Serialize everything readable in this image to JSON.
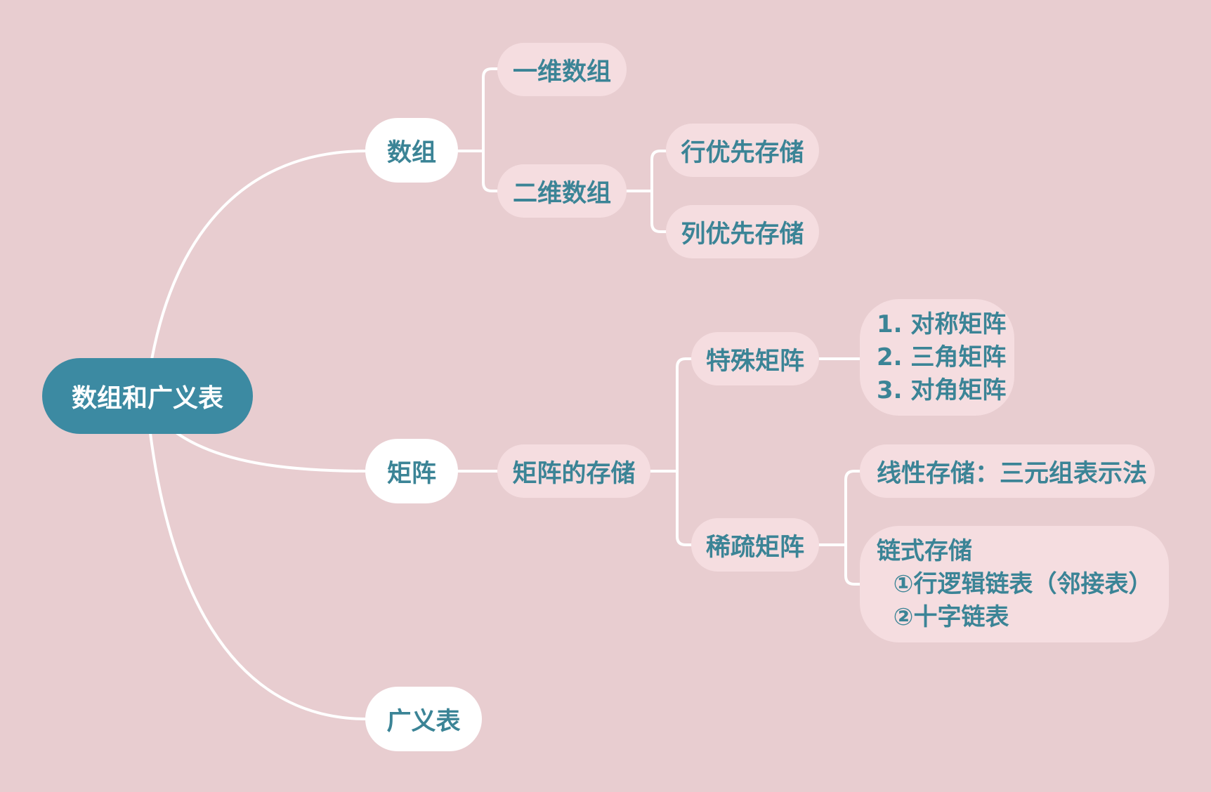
{
  "colors": {
    "background": "#e8cdd0",
    "root_fill": "#3c8aa2",
    "root_text": "#ffffff",
    "primary_fill": "#ffffff",
    "node_fill": "#f5dde0",
    "node_text": "#3b8496",
    "connector": "#ffffff"
  },
  "root": {
    "label": "数组和广义表"
  },
  "branches": {
    "array": {
      "label": "数组",
      "one_dim": {
        "label": "一维数组"
      },
      "two_dim": {
        "label": "二维数组",
        "row_major": {
          "label": "行优先存储"
        },
        "col_major": {
          "label": "列优先存储"
        }
      }
    },
    "matrix": {
      "label": "矩阵",
      "storage": {
        "label": "矩阵的存储",
        "special": {
          "label": "特殊矩阵",
          "types": [
            "1. 对称矩阵",
            "2. 三角矩阵",
            "3. 对角矩阵"
          ]
        },
        "sparse": {
          "label": "稀疏矩阵",
          "linear": {
            "label": "线性存储：三元组表示法"
          },
          "linked": {
            "lines": [
              "链式存储",
              "  ①行逻辑链表（邻接表）",
              "  ②十字链表"
            ]
          }
        }
      }
    },
    "generalized_list": {
      "label": "广义表"
    }
  }
}
